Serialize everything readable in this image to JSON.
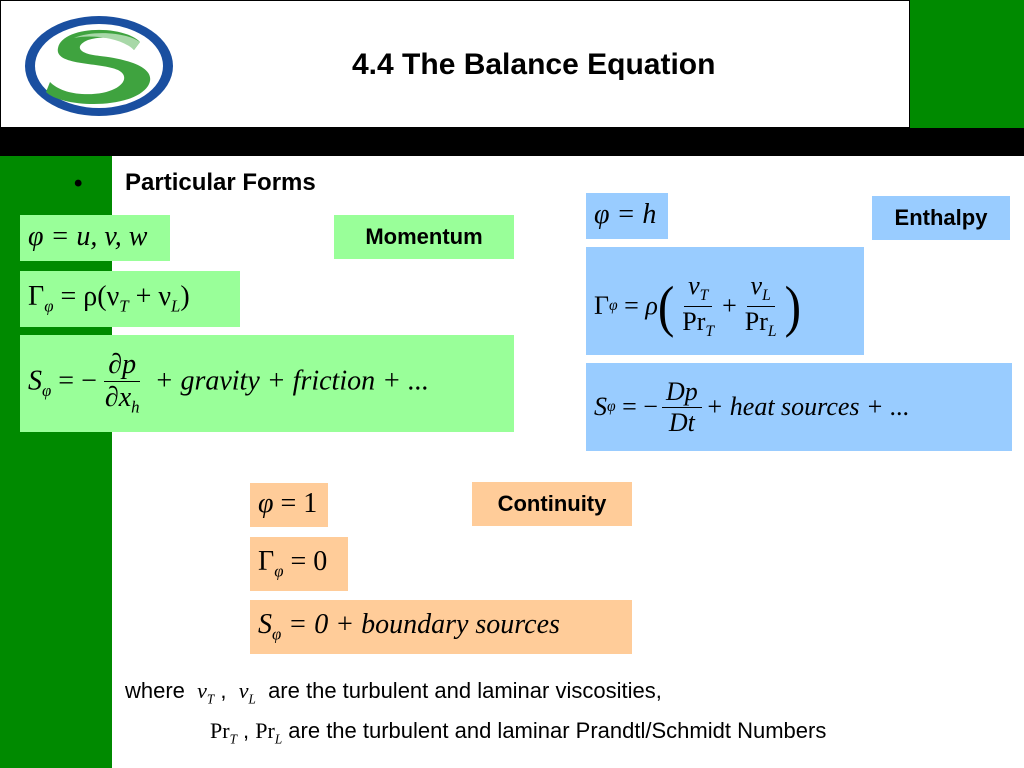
{
  "slide": {
    "title": "4.4 The Balance Equation",
    "bullet": "•",
    "heading": "Particular Forms"
  },
  "labels": {
    "momentum": "Momentum",
    "enthalpy": "Enthalpy",
    "continuity": "Continuity"
  },
  "momentum": {
    "phi_eq": "= u, v, w",
    "gamma_eq": "= ρ(ν",
    "s_terms": "+ gravity + friction + ..."
  },
  "enthalpy": {
    "phi_eq": "= h",
    "s_terms": "+ heat sources + ..."
  },
  "continuity": {
    "phi_eq": "= 1",
    "gamma_eq": "= 0",
    "s_eq": "= 0 + boundary sources"
  },
  "notes": {
    "line1_prefix": "where",
    "line1_suffix": "are the turbulent and laminar viscosities,",
    "line2_suffix": "are the turbulent and laminar Prandtl/Schmidt Numbers"
  },
  "colors": {
    "green_box": "#99ff99",
    "blue_box": "#99ccff",
    "peach_box": "#ffcc99",
    "bar_green": "#008a00"
  }
}
